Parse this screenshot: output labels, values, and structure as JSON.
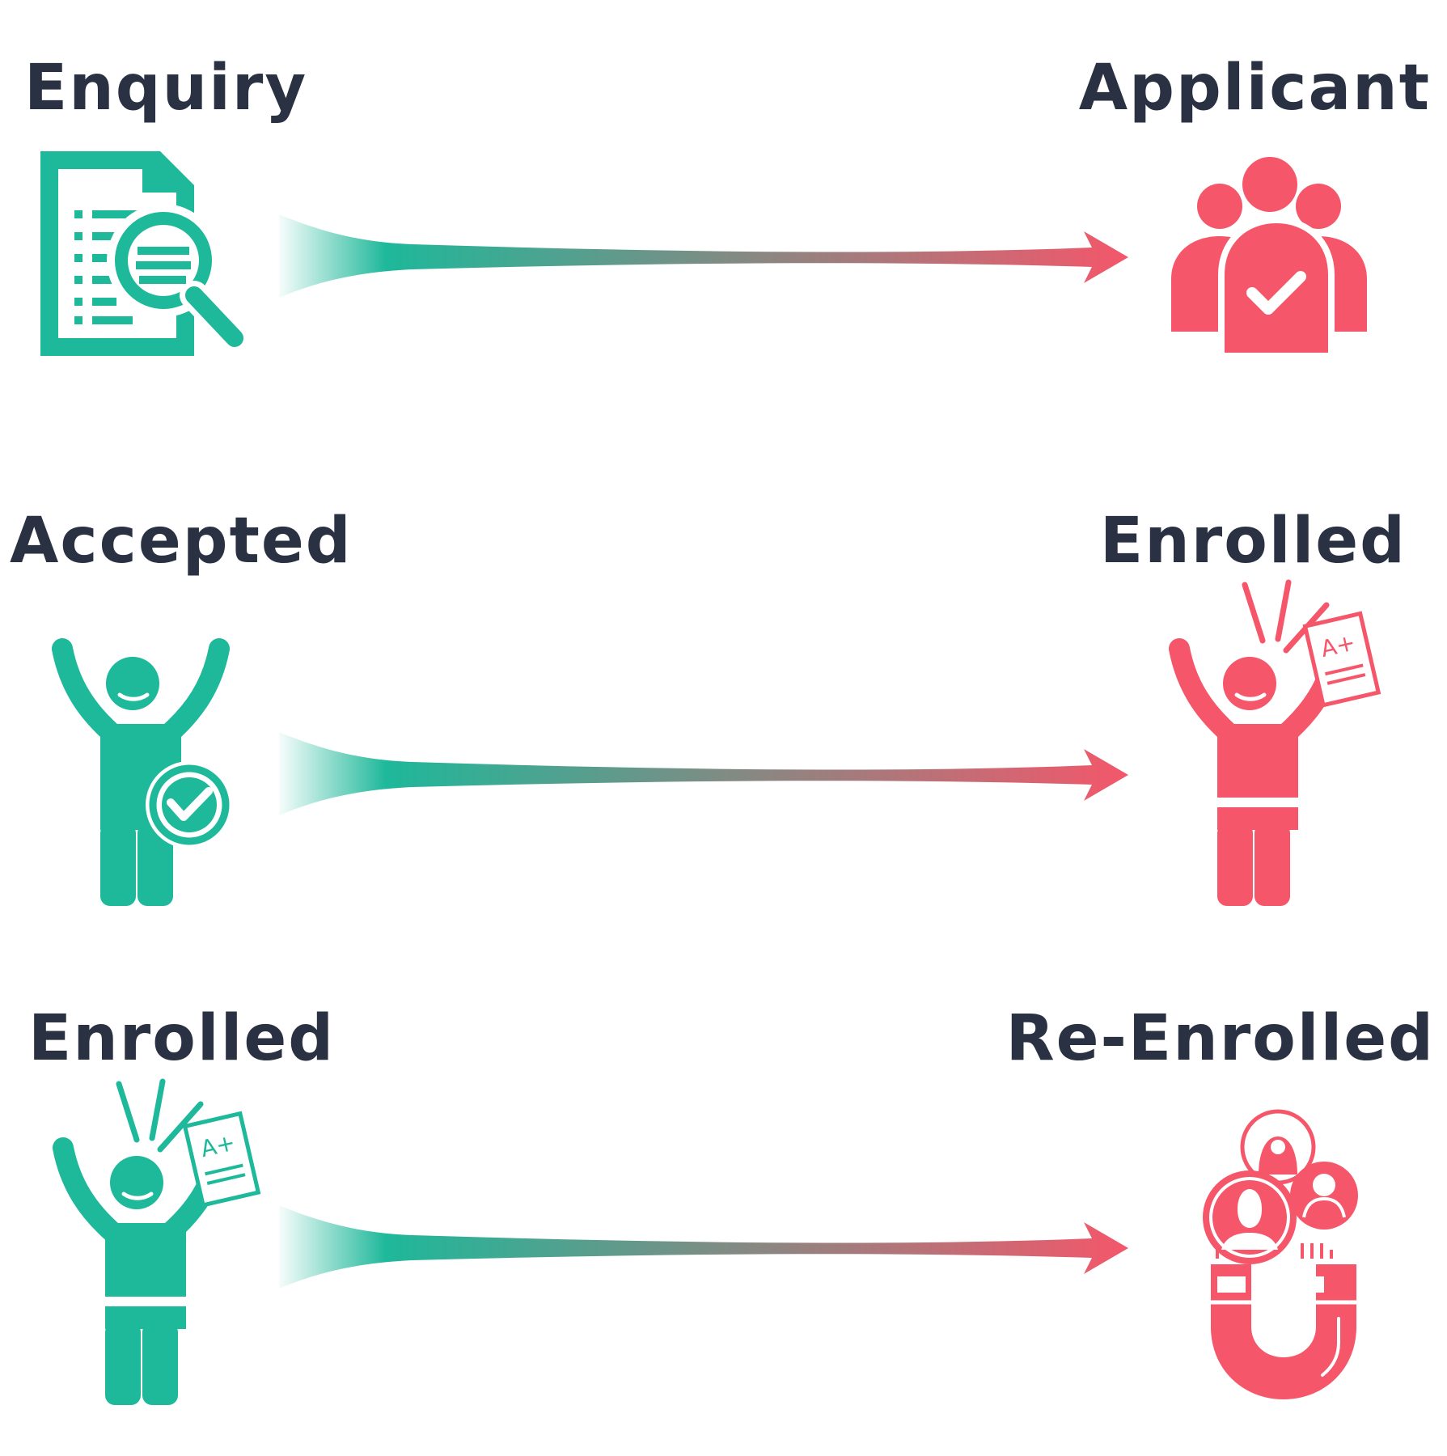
{
  "colors": {
    "teal": "#1eb89a",
    "coral": "#f5566a",
    "text": "#2a3142"
  },
  "rows": [
    {
      "from": {
        "label": "Enquiry",
        "icon": "document-search-icon"
      },
      "to": {
        "label": "Applicant",
        "icon": "group-check-icon"
      }
    },
    {
      "from": {
        "label": "Accepted",
        "icon": "person-check-icon"
      },
      "to": {
        "label": "Enrolled",
        "icon": "person-celebrating-grade-icon"
      }
    },
    {
      "from": {
        "label": "Enrolled",
        "icon": "person-celebrating-grade-icon"
      },
      "to": {
        "label": "Re-Enrolled",
        "icon": "magnet-people-icon"
      }
    }
  ],
  "grade_text": "A+"
}
